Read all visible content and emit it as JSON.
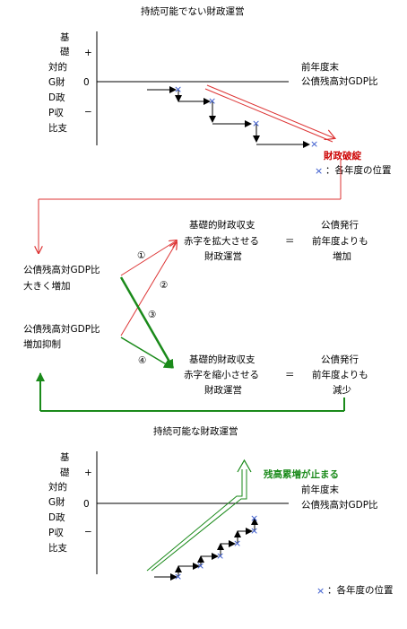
{
  "top": {
    "title": "持続可能でない財政運営",
    "y_axis_chars": [
      "基",
      "礎",
      "対的",
      "G財",
      "D政",
      "P収",
      "比支"
    ],
    "plus": "+",
    "zero": "0",
    "minus": "−",
    "right_label_1": "前年度末",
    "right_label_2": "公債残高対GDP比",
    "arrow_label": "財政破綻",
    "legend_mark": "×",
    "legend_text": "：各年度の位置"
  },
  "middle": {
    "left_1_line1": "公債残高対GDP比",
    "left_1_line2": "大きく増加",
    "left_2_line1": "公債残高対GDP比",
    "left_2_line2": "増加抑制",
    "upper_box": [
      "基礎的財政収支",
      "赤字を拡大させる",
      "財政運営"
    ],
    "lower_box": [
      "基礎的財政収支",
      "赤字を縮小させる",
      "財政運営"
    ],
    "equals": "＝",
    "upper_result": [
      "公債発行",
      "前年度よりも",
      "増加"
    ],
    "lower_result": [
      "公債発行",
      "前年度よりも",
      "減少"
    ],
    "markers": [
      "①",
      "②",
      "③",
      "④"
    ],
    "colors": {
      "red": "#d33",
      "green": "#1a8a1a"
    }
  },
  "bottom": {
    "title": "持続可能な財政運営",
    "y_axis_chars": [
      "基",
      "礎",
      "対的",
      "G財",
      "D政",
      "P収",
      "比支"
    ],
    "plus": "+",
    "zero": "0",
    "minus": "−",
    "right_label_1": "前年度末",
    "right_label_2": "公債残高対GDP比",
    "arrow_label": "残高累増が止まる",
    "legend_mark": "×",
    "legend_text": "：各年度の位置"
  }
}
